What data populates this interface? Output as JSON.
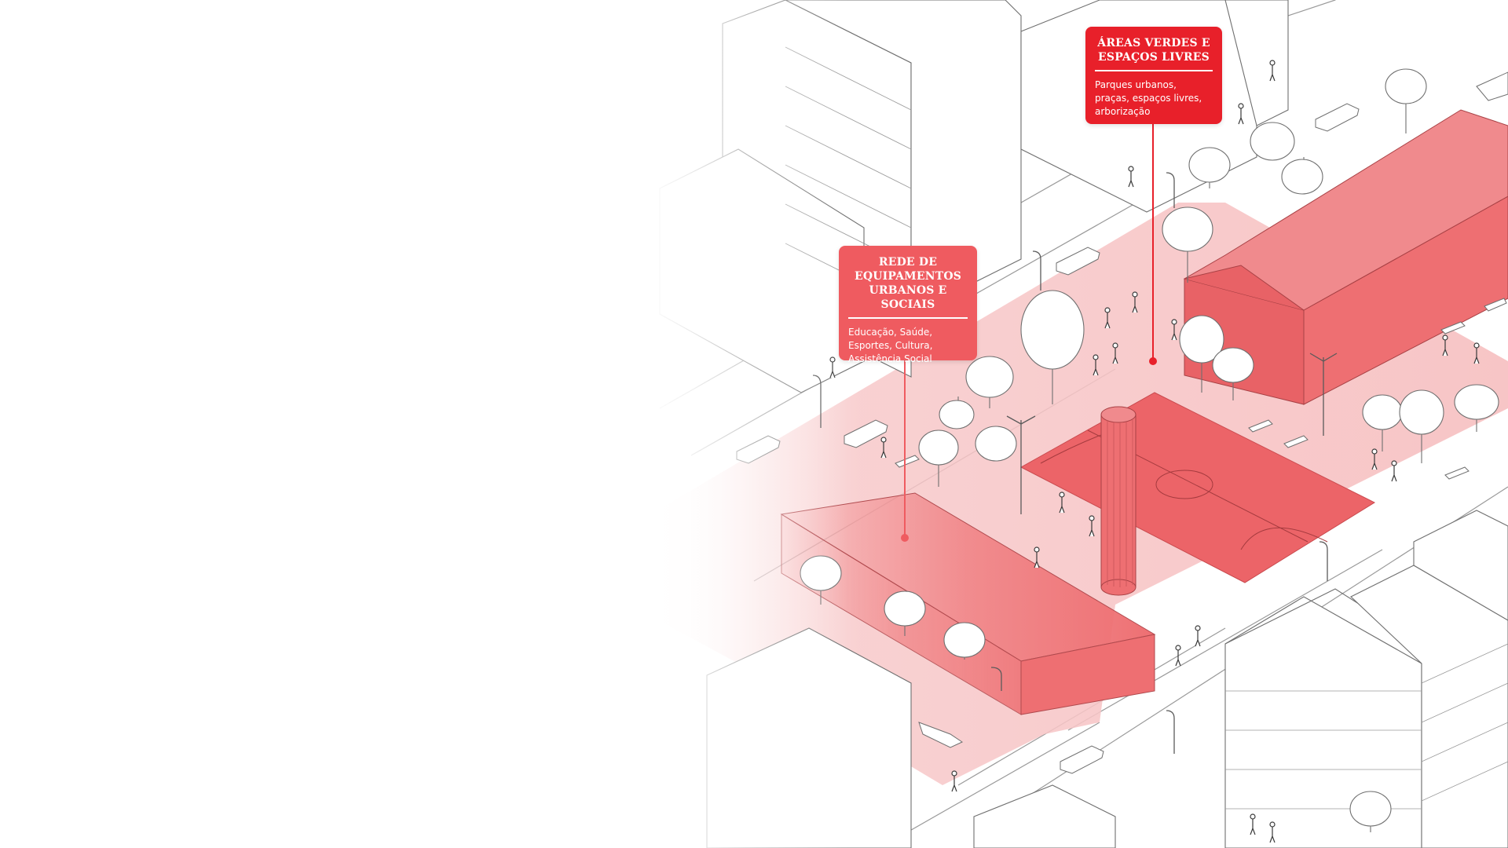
{
  "callouts": {
    "areas_verdes": {
      "title": "ÁREAS VERDES E ESPAÇOS LIVRES",
      "body": "Parques urbanos,\npraças, espaços livres,\narborização",
      "color": "#e8202a"
    },
    "equipamentos": {
      "title": "REDE DE EQUIPAMENTOS URBANOS E SOCIAIS",
      "body": "Educação, Saúde,\nEsportes, Cultura,\nAssistência Social",
      "color": "#ef5b60"
    }
  },
  "palette": {
    "highlight_fill": "#f7c5c6",
    "building_red": "#ee6f72",
    "court_red": "#ec6468",
    "accent_red": "#e8202a",
    "line_gray": "#777777",
    "background": "#ffffff"
  },
  "icons": {
    "tree": "tree-icon",
    "streetlight": "streetlight-icon",
    "car": "car-icon",
    "person": "person-icon",
    "bench": "bench-icon"
  }
}
